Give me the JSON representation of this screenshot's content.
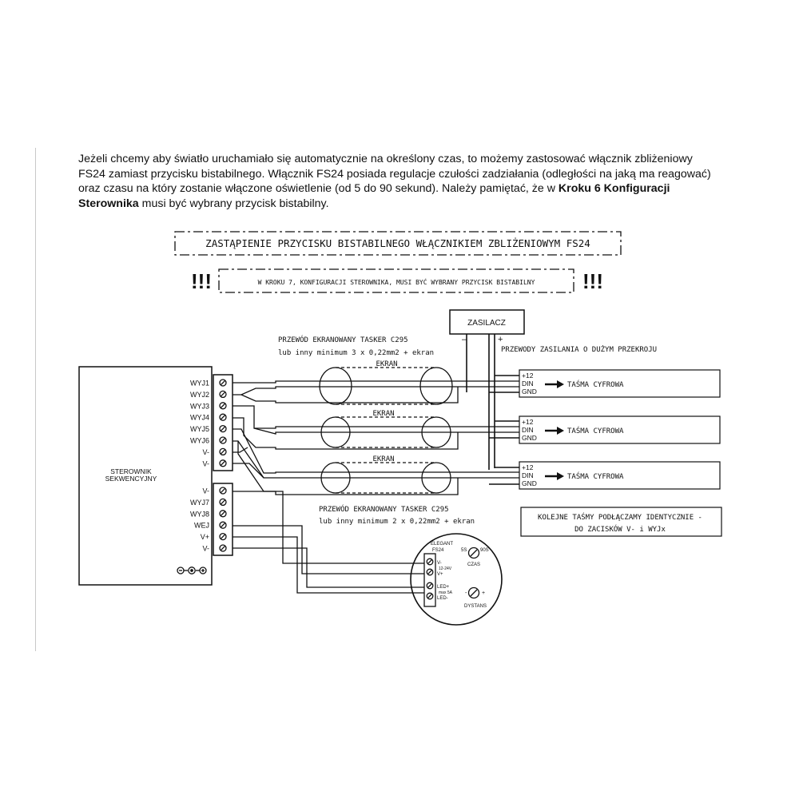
{
  "intro": {
    "p1": "Jeżeli chcemy aby światło uruchamiało się automatycznie na określony czas, to możemy zastosować włącznik zbliżeniowy FS24 zamiast przycisku bistabilnego. Włącznik FS24 posiada regulacje czułości zadziałania (odległości na jaką ma reagować) oraz czasu na który zostanie włączone oświetlenie (od 5 do 90 sekund). Należy pamiętać, że w ",
    "bold": "Kroku 6 Konfiguracji Sterownika",
    "p2": " musi być wybrany przycisk bistabilny."
  },
  "diagram": {
    "title_box": "ZASTĄPIENIE PRZYCISKU BISTABILNEGO WŁĄCZNIKIEM ZBLIŻENIOWYM FS24",
    "warning_mark": "!!!",
    "warning_box": "W KROKU 7, KONFIGURACJI STEROWNIKA, MUSI BYĆ WYBRANY PRZYCISK BISTABILNY",
    "power_supply": "ZASILACZ",
    "minus": "–",
    "plus": "+",
    "power_note": "PRZEWODY ZASILANIA O DUŻYM PRZEKROJU",
    "cable_top_line1": "PRZEWÓD EKRANOWANY TASKER C295",
    "cable_top_line2": "lub inny minimum 3 x 0,22mm2 + ekran",
    "cable_bottom_line1": "PRZEWÓD EKRANOWANY TASKER C295",
    "cable_bottom_line2": "lub inny minimum 2 x 0,22mm2 + ekran",
    "shield_label": "EKRAN",
    "controller_label_1": "STEROWNIK",
    "controller_label_2": "SEKWENCYJNY",
    "terminals_upper": [
      "WYJ1",
      "WYJ2",
      "WYJ3",
      "WYJ4",
      "WYJ5",
      "WYJ6",
      "V-",
      "V-"
    ],
    "terminals_lower": [
      "V-",
      "WYJ7",
      "WYJ8",
      "WEJ",
      "V+",
      "V-"
    ],
    "tape_pins": [
      "+12",
      "DIN",
      "GND"
    ],
    "tape_label": "TAŚMA CYFROWA",
    "note_line1": "KOLEJNE TAŚMY PODŁĄCZAMY IDENTYCZNIE -",
    "note_line2": "DO ZACISKÓW V- i WYJx",
    "fs24_brand": "ELEGANT",
    "fs24_model": "FS24",
    "fs24_terms": [
      "V-",
      "12-24V",
      "V+",
      "LED+",
      "max 5A",
      "LED-"
    ],
    "time_min": "5S",
    "time_max": "90S",
    "time_label": "CZAS",
    "dist_minus": "-",
    "dist_plus": "+",
    "dist_label": "DYSTANS"
  }
}
